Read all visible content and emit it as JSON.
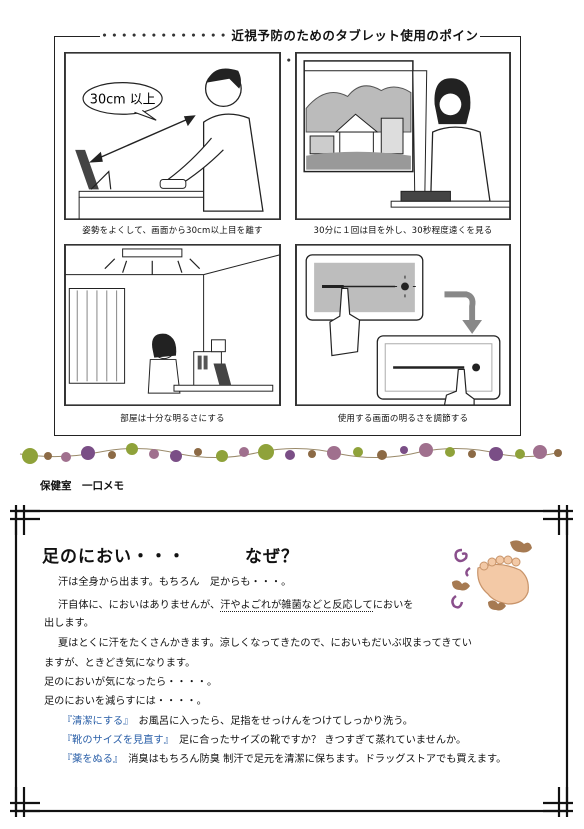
{
  "panel": {
    "title": "近視予防のためのタブレット使用のポイント",
    "title_dots": "• • • • • • • • • • • • •",
    "cells": [
      {
        "caption": "姿勢をよくして、画面から30cm以上目を離す",
        "bubble": "30cm 以上"
      },
      {
        "caption": "30分に１回は目を外し、30秒程度遠くを見る"
      },
      {
        "caption": "部屋は十分な明るさにする"
      },
      {
        "caption": "使用する画面の明るさを調節する"
      }
    ]
  },
  "memo": {
    "section_label": "保健室　一口メモ",
    "title_part1": "足のにおい・・・",
    "title_part2": "なぜ？",
    "lines": {
      "l1": "汗は全身から出ます。もちろん　足からも・・・。",
      "l2a": "汗自体に、においはありませんが、",
      "l2b": "汗やよごれが雑菌などと反応して",
      "l2c": "においを",
      "l3": "出します。",
      "l4": "夏はとくに汗をたくさんかきます。涼しくなってきたので、においもだいぶ収まってきてい",
      "l5": "ますが、ときどき気になります。",
      "l6": "足のにおいが気になったら・・・・。",
      "l7": "足のにおいを減らすには・・・・。",
      "t1_label": "『清潔にする』",
      "t1_text": "お風呂に入ったら、足指をせっけんをつけてしっかり洗う。",
      "t2_label": "『靴のサイズを見直す』",
      "t2_text": "足に合ったサイズの靴ですか？ きつすぎて蒸れていませんか。",
      "t3_label": "『薬をぬる』",
      "t3_text": "消臭はもちろん防臭 制汗で足元を清潔に保ちます。ドラッグストアでも買えます。"
    }
  },
  "colors": {
    "bead_green": "#8fa23a",
    "bead_purple": "#7a4e86",
    "bead_brown": "#8c6a45",
    "bead_pink": "#a0708e",
    "accent_blue": "#2a5fa8"
  }
}
